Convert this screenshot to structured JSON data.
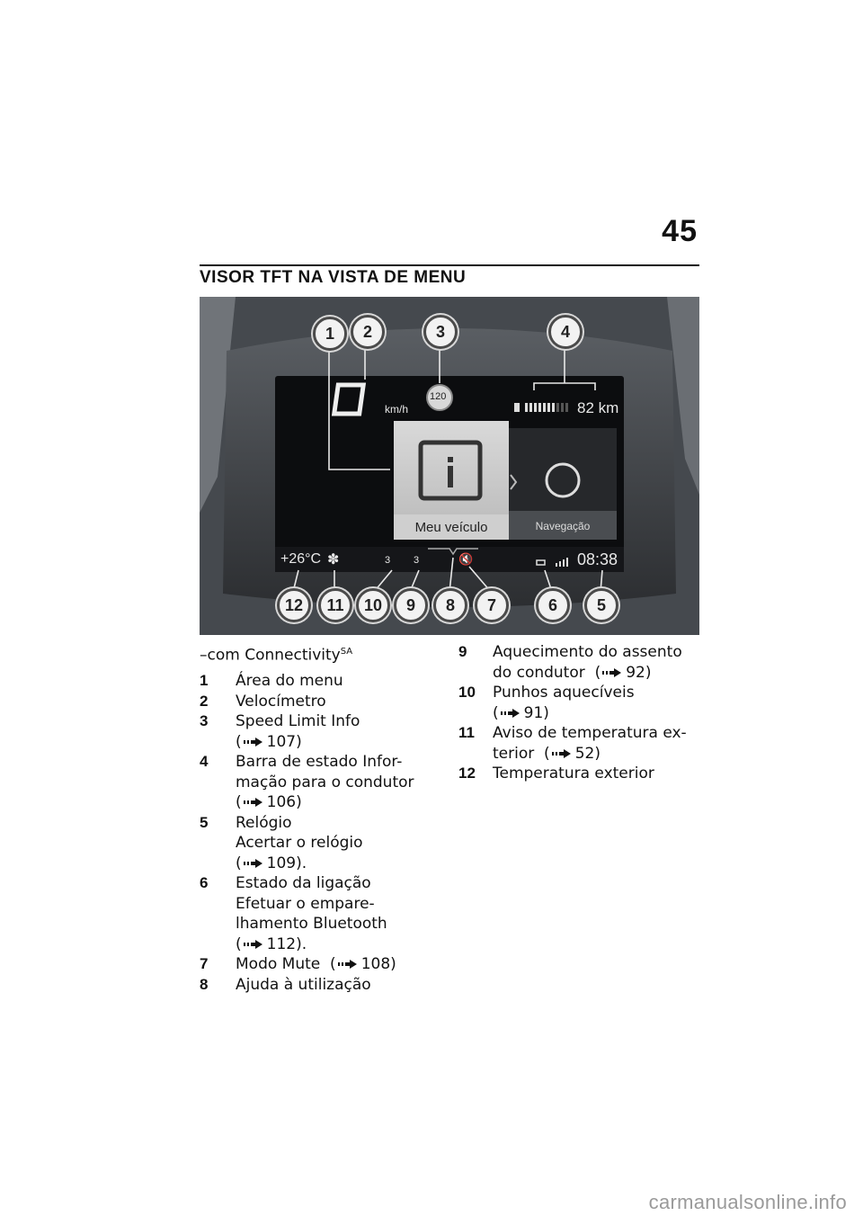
{
  "page": {
    "number": "45"
  },
  "section": {
    "title": "VISOR TFT NA VISTA DE MENU"
  },
  "display": {
    "speed_unit": "km/h",
    "speed_limit": "120",
    "range": "82 km",
    "menu_tile_main": "Meu veículo",
    "menu_tile_nav": "Navegação",
    "temperature": "+26°C",
    "seat_heat_level": "3",
    "grip_heat_level": "3",
    "clock": "08:38",
    "callouts": [
      "1",
      "2",
      "3",
      "4",
      "5",
      "6",
      "7",
      "8",
      "9",
      "10",
      "11",
      "12"
    ]
  },
  "legend": {
    "intro": "–com Connectivity",
    "intro_sup": "SA",
    "items": [
      {
        "num": "1",
        "lines": [
          "Área do menu"
        ]
      },
      {
        "num": "2",
        "lines": [
          "Velocímetro"
        ]
      },
      {
        "num": "3",
        "lines": [
          "Speed Limit Info"
        ],
        "ref": "107)"
      },
      {
        "num": "4",
        "lines": [
          "Barra de estado Infor-",
          "mação para o condutor"
        ],
        "ref": "106)"
      },
      {
        "num": "5",
        "lines": [
          "Relógio",
          "Acertar o relógio"
        ],
        "ref": "109)."
      },
      {
        "num": "6",
        "lines": [
          "Estado da ligação",
          "Efetuar o empare-",
          "lhamento Bluetooth"
        ],
        "ref": "112)."
      },
      {
        "num": "7",
        "text": "Modo Mute",
        "ref": "108)"
      },
      {
        "num": "8",
        "lines": [
          "Ajuda à utilização"
        ]
      },
      {
        "num": "9",
        "lines": [
          "Aquecimento do assento"
        ],
        "text2": "do condutor",
        "ref": "92)"
      },
      {
        "num": "10",
        "lines": [
          "Punhos aquecíveis"
        ],
        "ref": "91)"
      },
      {
        "num": "11",
        "lines": [
          "Aviso de temperatura ex-"
        ],
        "text2": "terior",
        "ref": "52)"
      },
      {
        "num": "12",
        "lines": [
          "Temperatura exterior"
        ]
      }
    ]
  },
  "footer": {
    "watermark": "carmanualsonline.info"
  }
}
